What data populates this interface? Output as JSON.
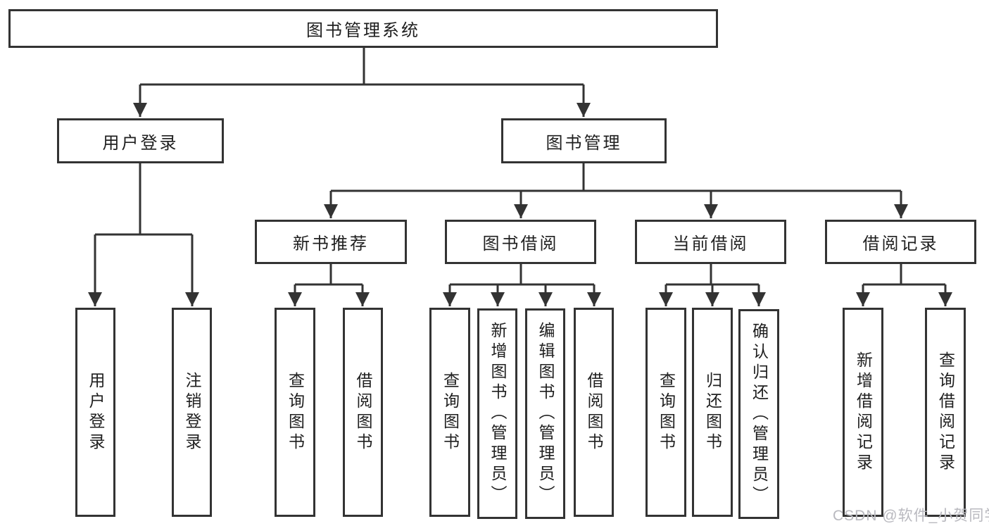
{
  "diagram": {
    "root": {
      "label": "图书管理系统"
    },
    "level2": [
      {
        "label": "用户登录"
      },
      {
        "label": "图书管理"
      }
    ],
    "level3": [
      {
        "label": "新书推荐"
      },
      {
        "label": "图书借阅"
      },
      {
        "label": "当前借阅"
      },
      {
        "label": "借阅记录"
      }
    ],
    "leaves": {
      "user_login": [
        "用户登录",
        "注销登录"
      ],
      "new_book": [
        "查询图书",
        "借阅图书"
      ],
      "book_borrow": [
        "查询图书",
        "新增图书（管理员）",
        "编辑图书（管理员）",
        "借阅图书"
      ],
      "current_borrow": [
        "查询图书",
        "归还图书",
        "确认归还（管理员）"
      ],
      "borrow_records": [
        "新增借阅记录",
        "查询借阅记录"
      ]
    }
  },
  "watermark": {
    "text": "CSDN @软件_小贺同学"
  },
  "colors": {
    "line": "#333333",
    "text": "#1f1f1f",
    "box_background": "#ffffff",
    "watermark": "#b9b9bf",
    "page_background": "#ffffff"
  }
}
